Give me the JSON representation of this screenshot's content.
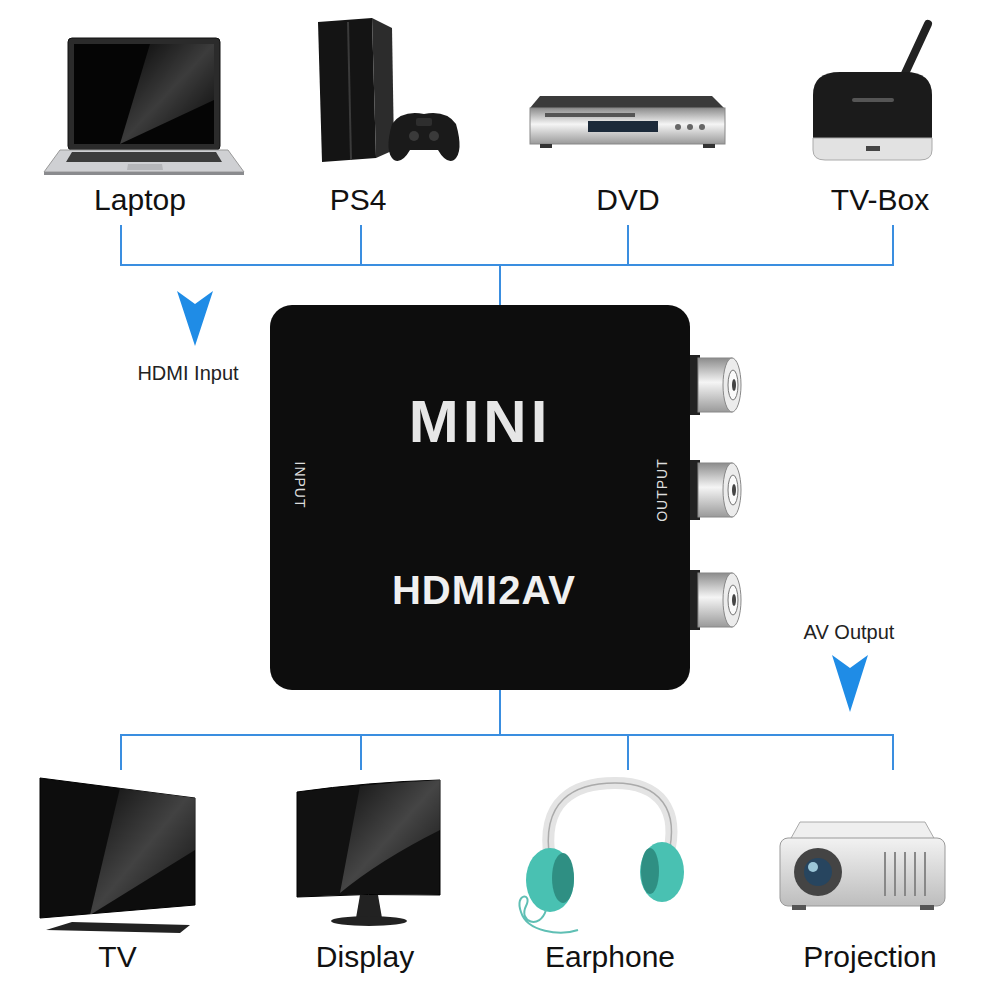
{
  "diagram": {
    "nodes": [
      {
        "text": [
          "Laptop"
        ]
      },
      {
        "text": [
          "PS4"
        ]
      },
      {
        "text": [
          "DVD"
        ]
      },
      {
        "text": [
          "TV-Box"
        ]
      },
      {
        "text": [
          "MINI",
          "INPUT",
          "OUTPUT",
          "HDMI2AV"
        ]
      },
      {
        "text": [
          "TV"
        ]
      },
      {
        "text": [
          "Display"
        ]
      },
      {
        "text": [
          "Earphone"
        ]
      },
      {
        "text": [
          "Projection"
        ]
      }
    ],
    "edges": [
      {
        "from": 0,
        "to": 4,
        "arrow": "none"
      },
      {
        "from": 1,
        "to": 4,
        "arrow": "none"
      },
      {
        "from": 2,
        "to": 4,
        "arrow": "none"
      },
      {
        "from": 3,
        "to": 4,
        "arrow": "none"
      },
      {
        "from": 4,
        "to": 5,
        "arrow": "none"
      },
      {
        "from": 4,
        "to": 6,
        "arrow": "none"
      },
      {
        "from": 4,
        "to": 7,
        "arrow": "none"
      },
      {
        "from": 4,
        "to": 8,
        "arrow": "none"
      }
    ],
    "labels": [
      "HDMI Input",
      "AV Output"
    ]
  }
}
